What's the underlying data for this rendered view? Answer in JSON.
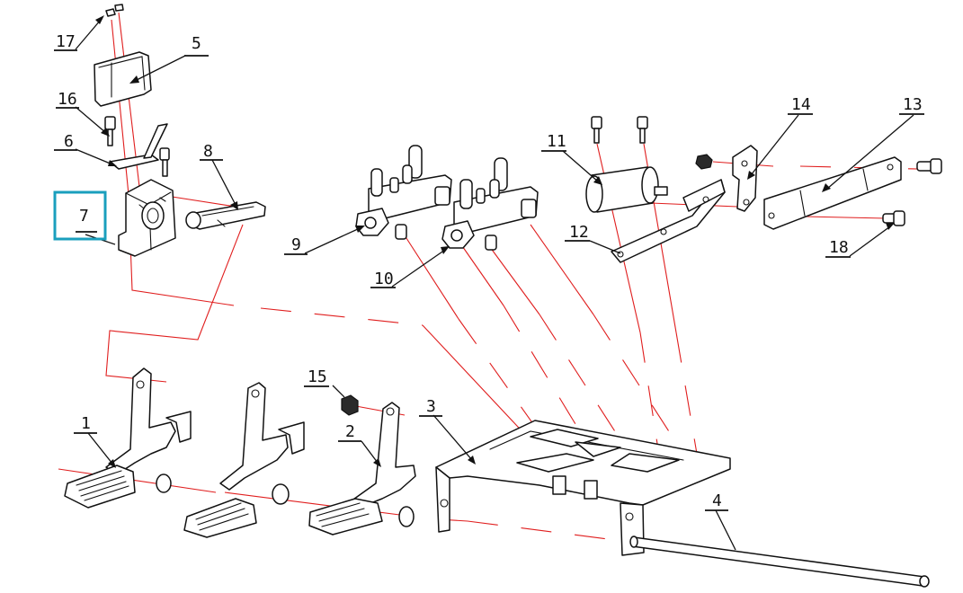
{
  "callouts": [
    {
      "id": "1",
      "label": "1"
    },
    {
      "id": "2",
      "label": "2"
    },
    {
      "id": "3",
      "label": "3"
    },
    {
      "id": "4",
      "label": "4"
    },
    {
      "id": "5",
      "label": "5"
    },
    {
      "id": "6",
      "label": "6"
    },
    {
      "id": "7",
      "label": "7"
    },
    {
      "id": "8",
      "label": "8"
    },
    {
      "id": "9",
      "label": "9"
    },
    {
      "id": "10",
      "label": "10"
    },
    {
      "id": "11",
      "label": "11"
    },
    {
      "id": "12",
      "label": "12"
    },
    {
      "id": "13",
      "label": "13"
    },
    {
      "id": "14",
      "label": "14"
    },
    {
      "id": "15",
      "label": "15"
    },
    {
      "id": "16",
      "label": "16"
    },
    {
      "id": "17",
      "label": "17"
    },
    {
      "id": "18",
      "label": "18"
    }
  ],
  "highlighted_callout": "7",
  "colors": {
    "line_art": "#111111",
    "assembly_centerline": "#e01e1e",
    "highlight": "#1a9fbd",
    "background": "#ffffff"
  }
}
